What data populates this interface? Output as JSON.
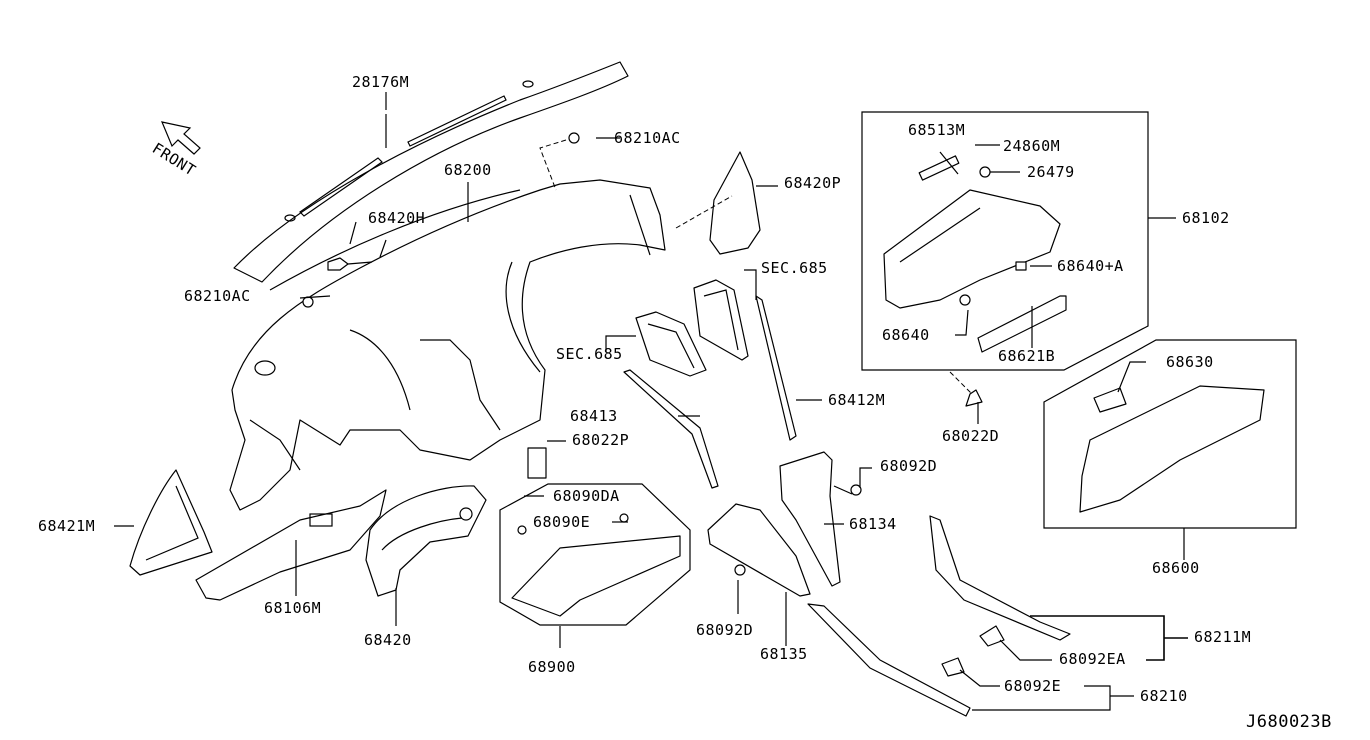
{
  "diagram": {
    "title": "Instrument Panel, Pad & Cluster Lid",
    "direction_indicator": "FRONT",
    "drawing_code": "J680023B",
    "section_refs": [
      "SEC.685",
      "SEC.685"
    ],
    "parts": {
      "p28176M": "28176M",
      "p68210AC_top": "68210AC",
      "p68210AC_left": "68210AC",
      "p68200": "68200",
      "p68420H": "68420H",
      "p68420P": "68420P",
      "p68421M": "68421M",
      "p68106M": "68106M",
      "p68420": "68420",
      "p68413": "68413",
      "p68022P": "68022P",
      "p68412M": "68412M",
      "p68090DA": "68090DA",
      "p68090E": "68090E",
      "p68900": "68900",
      "p68092D_a": "68092D",
      "p68092D_b": "68092D",
      "p68134": "68134",
      "p68135": "68135",
      "p68513M": "68513M",
      "p24860M": "24860M",
      "p26479": "26479",
      "p68102": "68102",
      "p68640A": "68640+A",
      "p68640": "68640",
      "p68621B": "68621B",
      "p68022D": "68022D",
      "p68630": "68630",
      "p68600": "68600",
      "p68211M": "68211M",
      "p68092EA": "68092EA",
      "p68092E": "68092E",
      "p68210": "68210"
    }
  }
}
